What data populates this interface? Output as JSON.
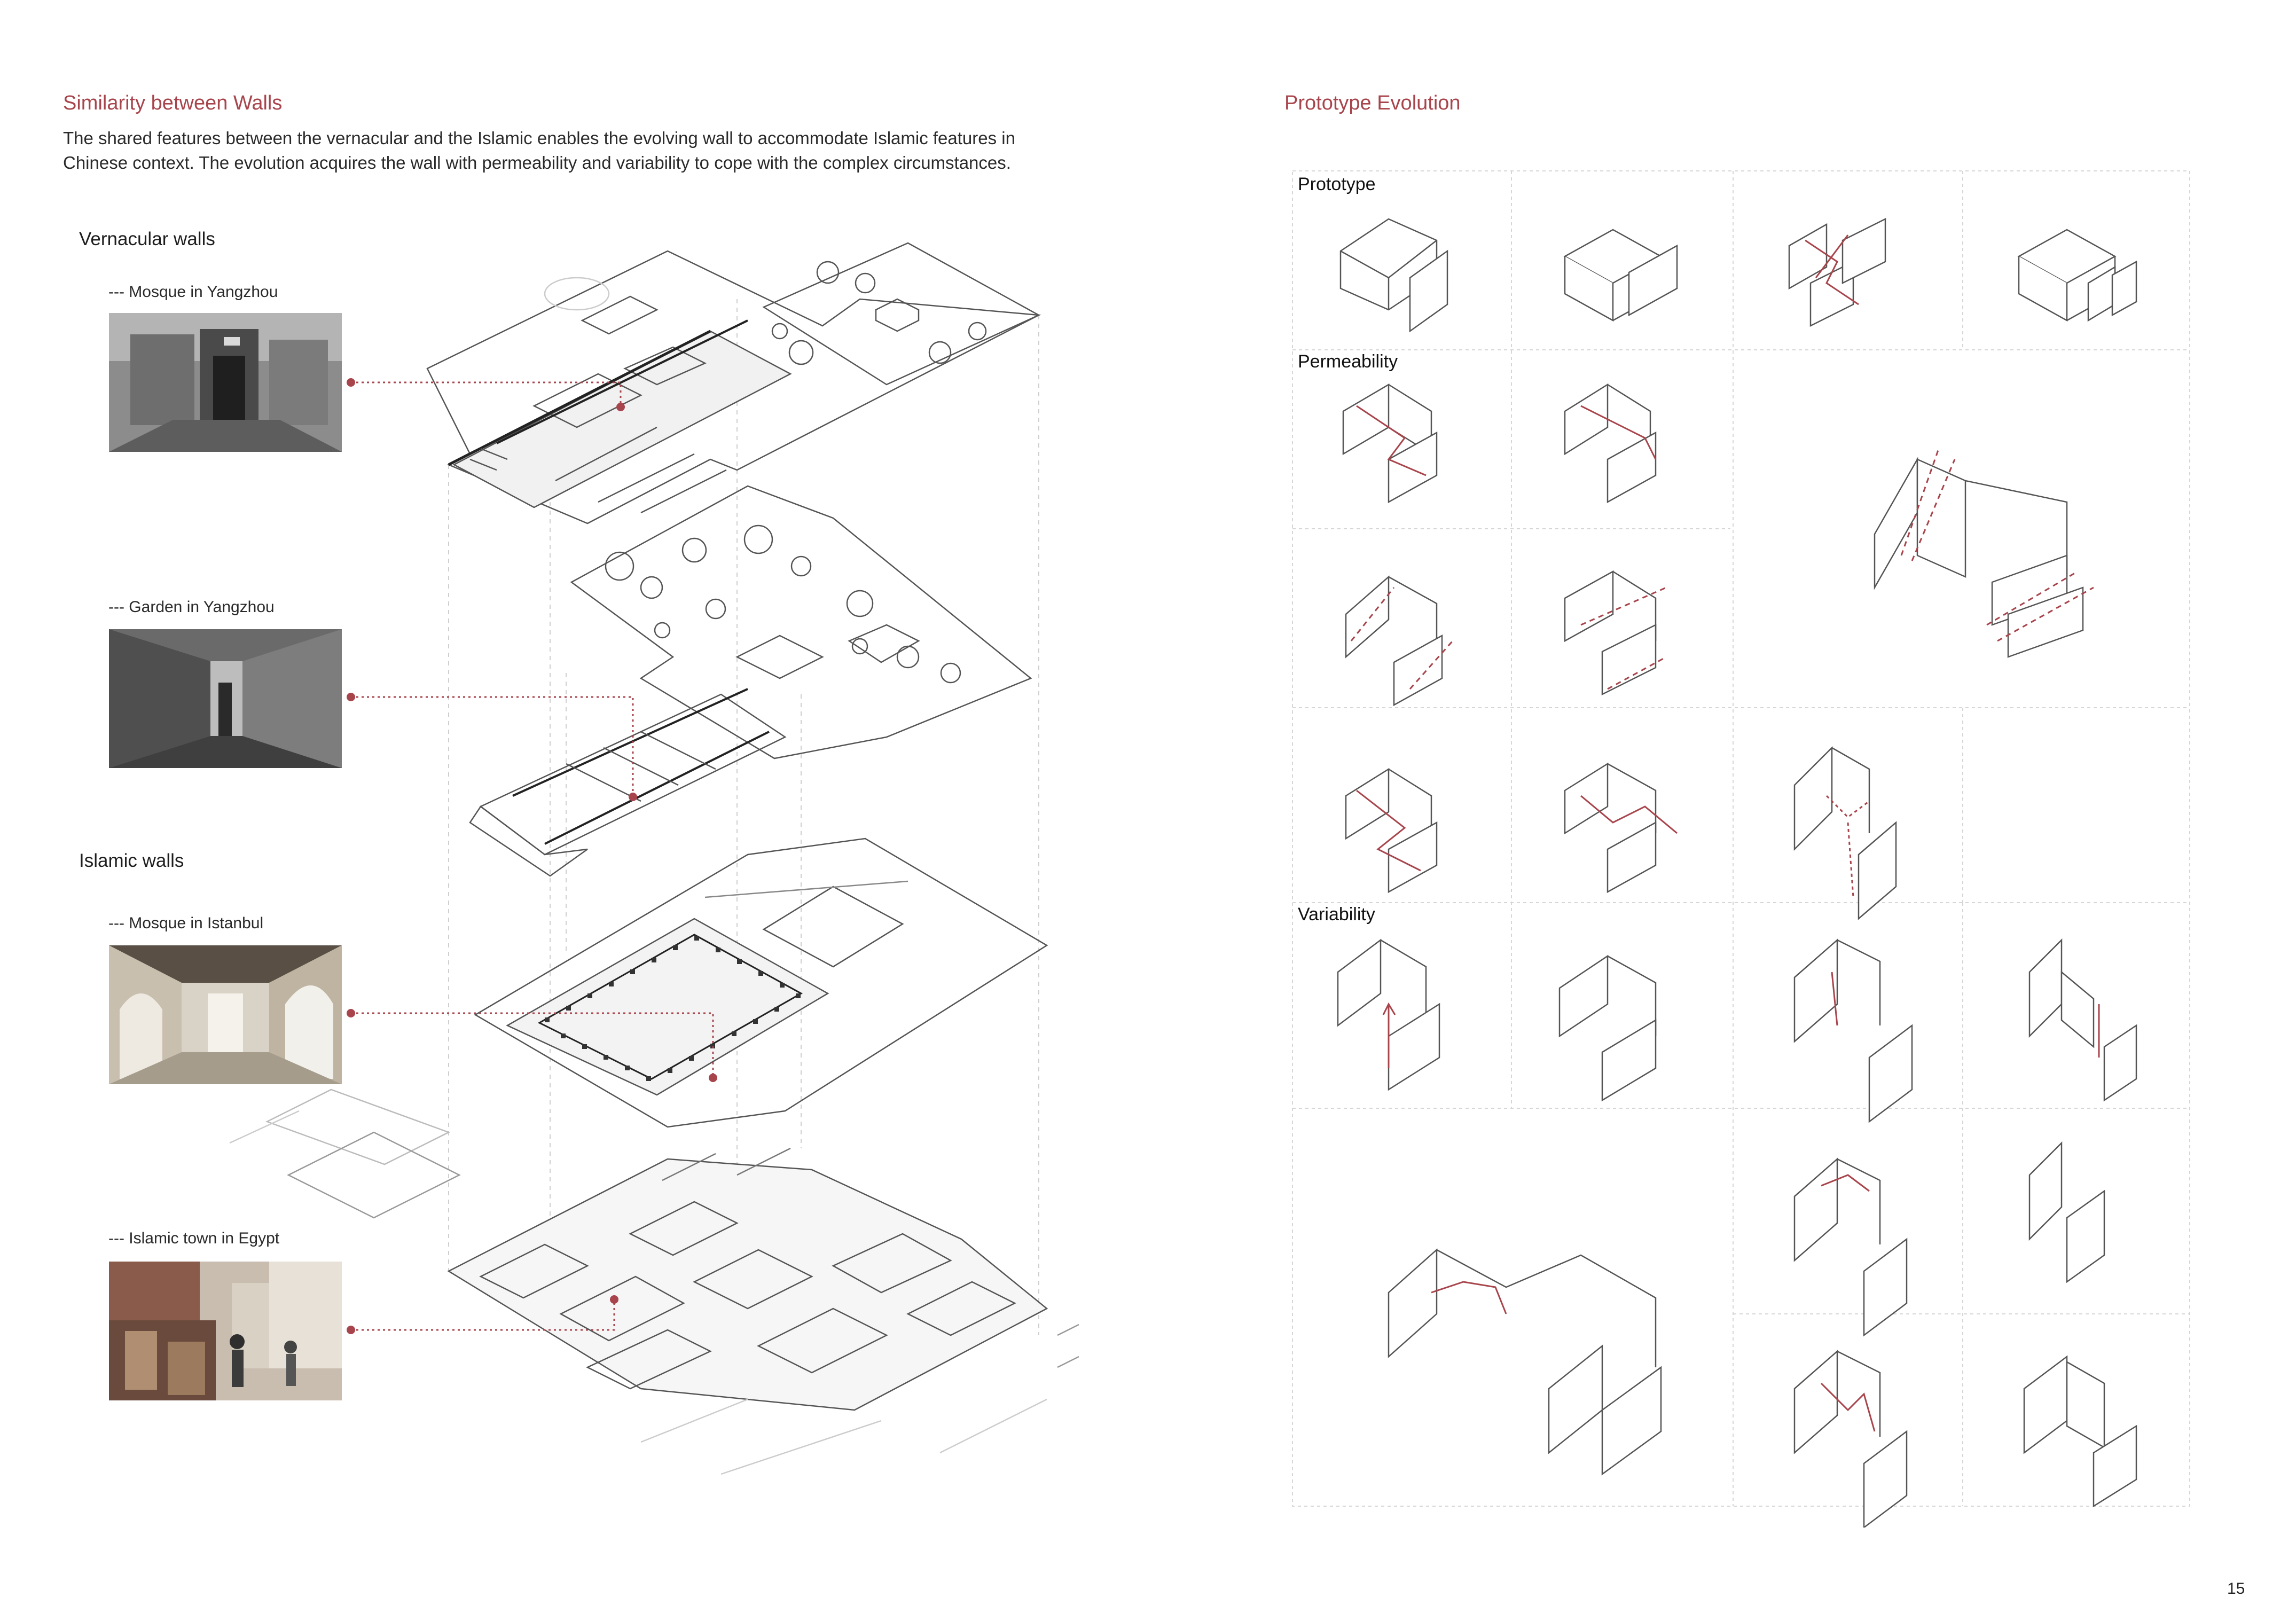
{
  "left": {
    "title": "Similarity between Walls",
    "intro": [
      "The shared features between the vernacular and the Islamic enables the evolving wall to accommodate Islamic features in",
      "Chinese context. The evolution acquires the wall with permeability and variability to cope with the complex circumstances."
    ],
    "vernacular_heading": "Vernacular walls",
    "islamic_heading": "Islamic walls",
    "examples": [
      {
        "caption": "--- Mosque in Yangzhou"
      },
      {
        "caption": "--- Garden in Yangzhou"
      },
      {
        "caption": "--- Mosque in Istanbul"
      },
      {
        "caption": "--- Islamic town in Egypt"
      }
    ]
  },
  "right": {
    "title": "Prototype Evolution",
    "row_labels": {
      "prototype": "Prototype",
      "permeability": "Permeability",
      "variability": "Variability"
    }
  },
  "page_number": "15",
  "colors": {
    "accent": "#a8444b",
    "line": "#555555",
    "grid": "#d6d6d6"
  }
}
